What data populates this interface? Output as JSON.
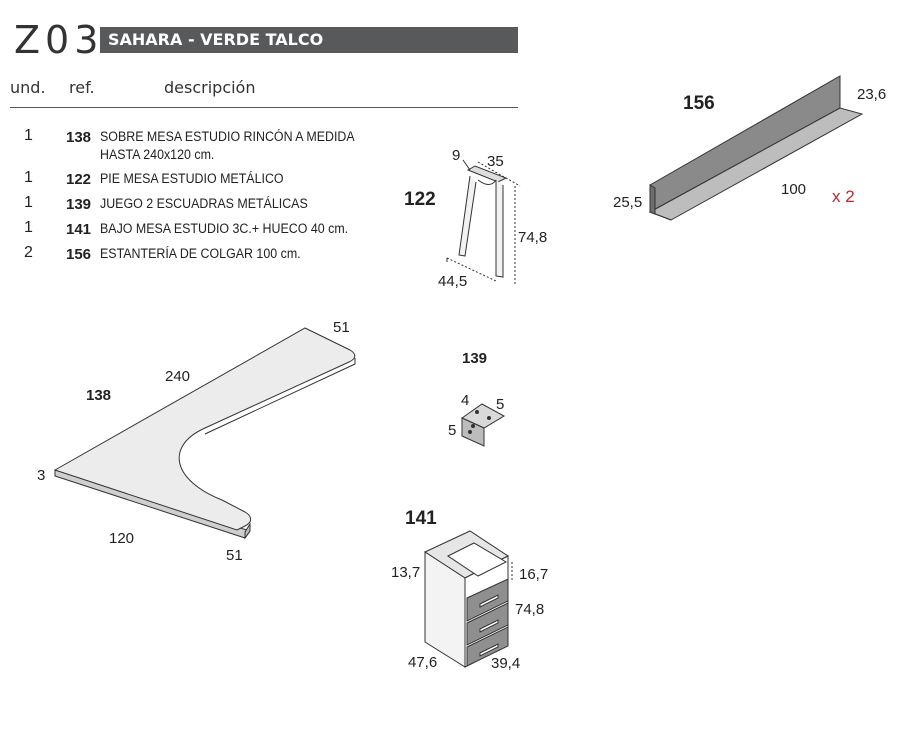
{
  "header": {
    "code": "Z03",
    "title": "SAHARA - VERDE TALCO"
  },
  "columns": {
    "und": "und.",
    "ref": "ref.",
    "descripcion": "descripción"
  },
  "items": [
    {
      "qty": "1",
      "ref": "138",
      "desc": "SOBRE MESA ESTUDIO RINCÓN A MEDIDA",
      "desc2": "HASTA 240x120 cm."
    },
    {
      "qty": "1",
      "ref": "122",
      "desc": "PIE MESA ESTUDIO METÁLICO"
    },
    {
      "qty": "1",
      "ref": "139",
      "desc": "JUEGO 2 ESCUADRAS METÁLICAS"
    },
    {
      "qty": "1",
      "ref": "141",
      "desc": "BAJO MESA ESTUDIO 3C.+ HUECO 40 cm."
    },
    {
      "qty": "2",
      "ref": "156",
      "desc": "ESTANTERÍA DE COLGAR 100 cm."
    }
  ],
  "drawings": {
    "p122": {
      "ref": "122",
      "d_top": "9",
      "d_width": "35",
      "d_height": "74,8",
      "d_depth": "44,5"
    },
    "p156": {
      "ref": "156",
      "d_depth": "23,6",
      "d_length": "100",
      "d_height": "25,5",
      "qty_mult": "x 2"
    },
    "p138": {
      "ref": "138",
      "d_top_end": "51",
      "d_length": "240",
      "d_thick": "3",
      "d_width": "120",
      "d_bottom_end": "51"
    },
    "p139": {
      "ref": "139",
      "d_a": "4",
      "d_b": "5",
      "d_c": "5"
    },
    "p141": {
      "ref": "141",
      "d_left": "13,7",
      "d_right": "16,7",
      "d_height": "74,8",
      "d_depth": "47,6",
      "d_width": "39,4"
    }
  },
  "colors": {
    "title_bar": "#58595b",
    "shelf": "#8a8a8a",
    "top_surface": "#ececec",
    "accent_red": "#c0272d"
  }
}
